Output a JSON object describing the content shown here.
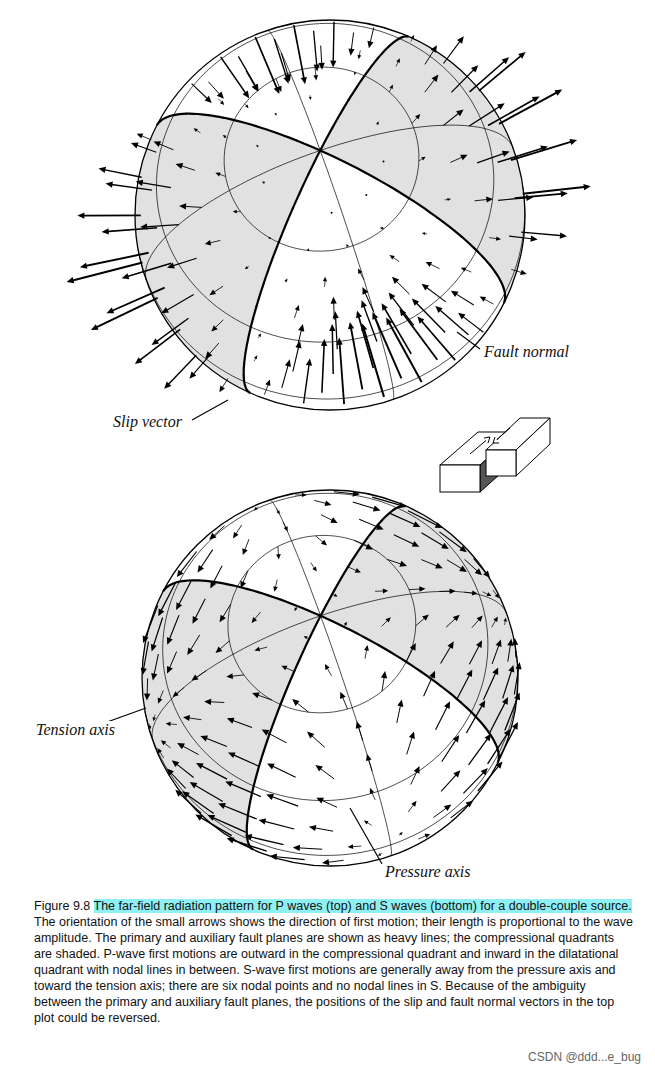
{
  "diagram": {
    "caption": "Figure 9.8 The far-field radiation pattern for P waves (top) and S waves (bottom) for a double-couple source. The orientation of the small arrows shows the direction of first motion; their length is proportional to the wave amplitude. The primary and auxiliary fault planes are shown as heavy lines; the compressional quadrants are shaded. P-wave first motions are outward in the compressional quadrant and inward in the dilatational quadrant with nodal lines in between. S-wave first motions are generally away from the pressure axis and toward the tension axis; there are six nodal points and no nodal lines in S. Because of the ambiguity between the primary and auxiliary fault planes, the positions of the slip and fault normal vectors in the top plot could be reversed.",
    "labels": [
      "Fault normal",
      "Slip vector",
      "Tension axis",
      "Pressure axis",
      "CSDN @ddd...e_bug"
    ]
  }
}
